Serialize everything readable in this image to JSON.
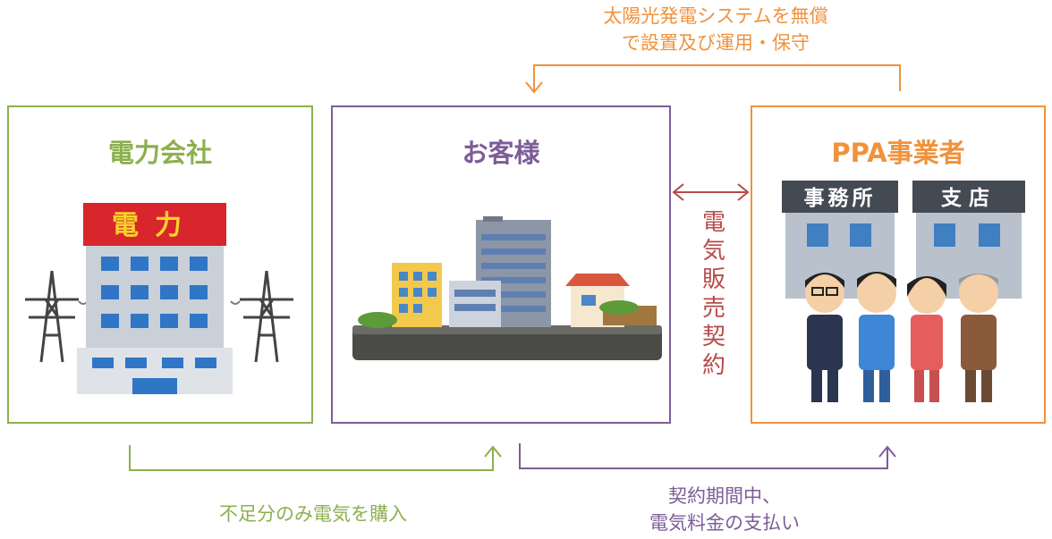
{
  "parties": {
    "power_company": {
      "title": "電力会社",
      "sign": "電力"
    },
    "customer": {
      "title": "お客様"
    },
    "ppa_operator": {
      "title": "PPA事業者",
      "sign_office": "事務所",
      "sign_branch": "支店"
    }
  },
  "flows": {
    "top_line1": "太陽光発電システムを無償",
    "top_line2": "で設置及び運用・保守",
    "contract": [
      "電",
      "気",
      "販",
      "売",
      "契",
      "約"
    ],
    "left_bottom": "不足分のみ電気を購入",
    "right_bottom_line1": "契約期間中、",
    "right_bottom_line2": "電気料金の支払い"
  },
  "colors": {
    "green": "#8db04e",
    "purple": "#7d5d99",
    "orange": "#f0923c",
    "red": "#b84a4a"
  }
}
